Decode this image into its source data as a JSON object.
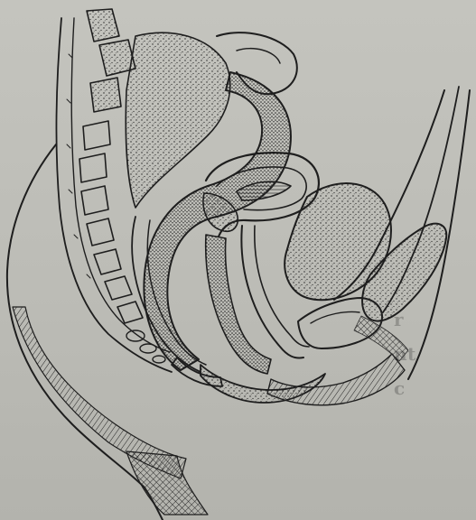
{
  "page": {
    "background": "#bcbcb6",
    "ink": "#1e1e1e"
  },
  "illustration": {
    "icon": "anatomical-sagittal-section-engraving"
  },
  "bleed_text": {
    "line_1": "r",
    "line_2": "nt",
    "line_3": "c",
    "line_4": "",
    "line_5": ""
  }
}
